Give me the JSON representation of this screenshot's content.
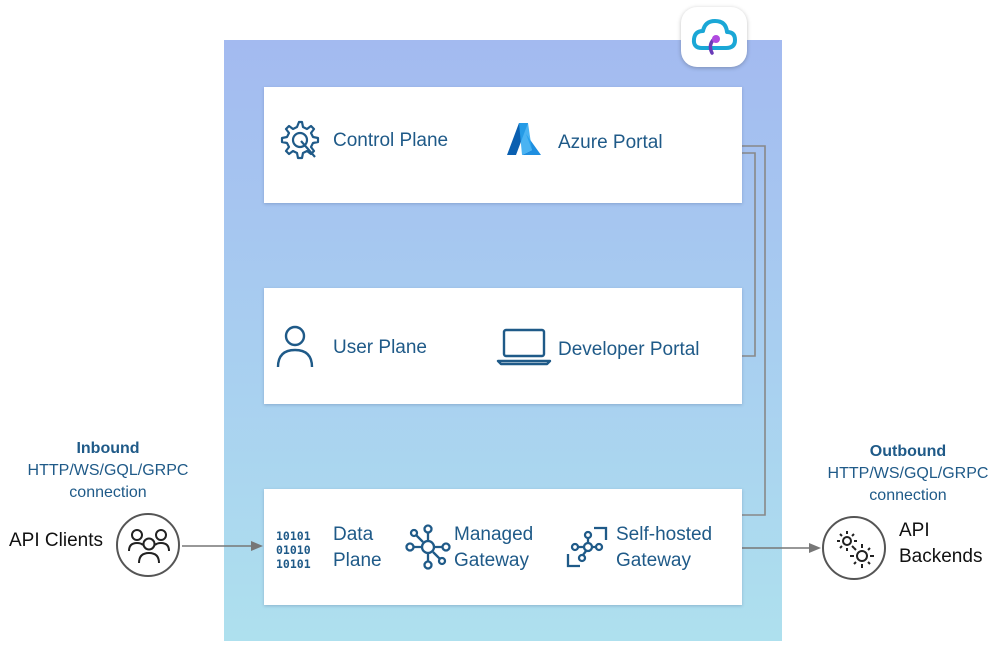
{
  "control_plane": {
    "label": "Control Plane",
    "icon": "gear-wrench-icon"
  },
  "azure_portal": {
    "label": "Azure Portal",
    "icon": "azure-logo-icon"
  },
  "user_plane": {
    "label": "User Plane",
    "icon": "user-icon"
  },
  "developer_portal": {
    "label": "Developer Portal",
    "icon": "laptop-icon"
  },
  "data_plane": {
    "label_line1": "Data",
    "label_line2": "Plane",
    "icon": "binary-icon"
  },
  "managed_gateway": {
    "label_line1": "Managed",
    "label_line2": "Gateway",
    "icon": "network-hub-icon"
  },
  "self_hosted_gateway": {
    "label_line1": "Self-hosted",
    "label_line2": "Gateway",
    "icon": "network-focus-icon"
  },
  "inbound": {
    "title": "Inbound",
    "line1": "HTTP/WS/GQL/GRPC",
    "line2": "connection"
  },
  "outbound": {
    "title": "Outbound",
    "line1": "HTTP/WS/GQL/GRPC",
    "line2": "connection"
  },
  "api_clients": {
    "label": "API Clients",
    "icon": "user-group-icon"
  },
  "api_backends": {
    "label_line1": "API",
    "label_line2": "Backends",
    "icon": "gears-icon"
  },
  "badge": {
    "icon": "cloud-api-icon"
  },
  "colors": {
    "text_blue": "#1f5a88",
    "connector_gray": "#888888",
    "arrow_gray": "#777777"
  }
}
